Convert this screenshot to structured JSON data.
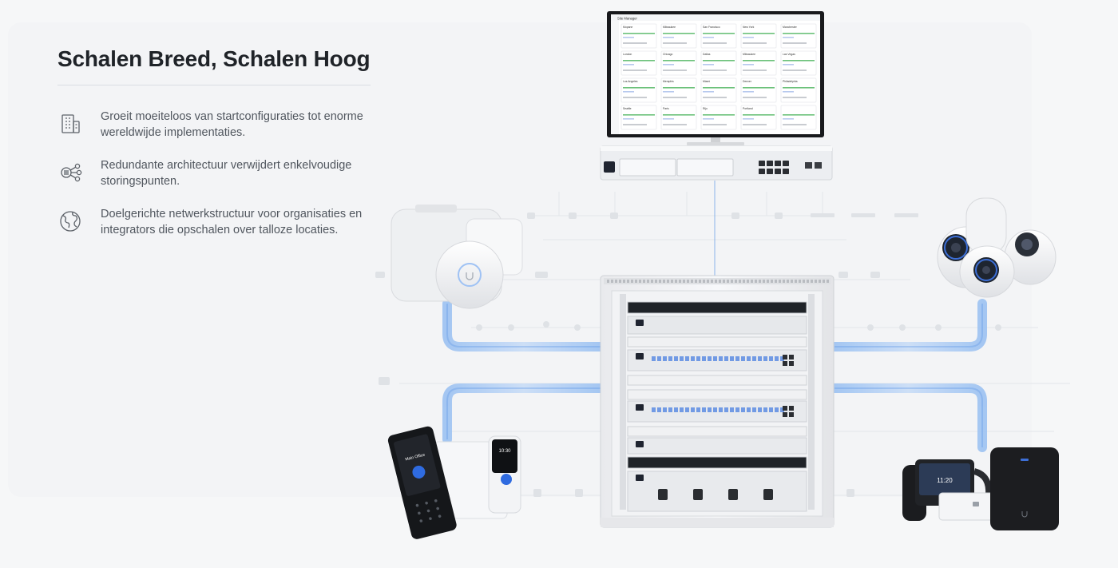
{
  "section": {
    "title": "Schalen Breed, Schalen Hoog"
  },
  "features": [
    {
      "icon": "building-icon",
      "text": "Groeit moeiteloos van startconfiguraties tot enorme wereldwijde implementaties."
    },
    {
      "icon": "network-redundancy-icon",
      "text": "Redundante architectuur verwijdert enkelvoudige storingspunten."
    },
    {
      "icon": "globe-icon",
      "text": "Doelgerichte netwerkstructuur voor organisaties en integrators die opschalen over talloze locaties."
    }
  ],
  "illustration": {
    "monitor_title": "Site Manager",
    "monitor_sites": [
      "Mopane",
      "Milwaukee",
      "San Francisco",
      "New York",
      "Manchester",
      "London",
      "Chicago",
      "Dallas",
      "Milwaukee",
      "Las Vegas",
      "Los Angeles",
      "Memphis",
      "Miami",
      "Denver",
      "Philadelphia",
      "Seattle",
      "Paris",
      "Rijo",
      "Portland"
    ],
    "door_access_label": "Main Office",
    "reader_time": "10:30",
    "ev_charger_display": "11:20",
    "colors": {
      "cable_blue": "#8fb8ee",
      "device_white": "#f4f5f7",
      "rack_frame": "#e7e8eb",
      "dark_device": "#1c1d20"
    }
  }
}
